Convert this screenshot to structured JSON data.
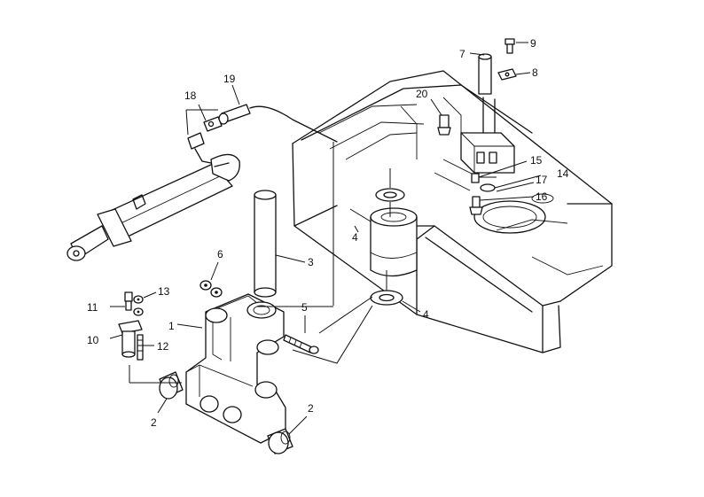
{
  "callouts": [
    {
      "id": "c1",
      "text": "1"
    },
    {
      "id": "c2a",
      "text": "2"
    },
    {
      "id": "c2b",
      "text": "2"
    },
    {
      "id": "c3",
      "text": "3"
    },
    {
      "id": "c4a",
      "text": "4"
    },
    {
      "id": "c4b",
      "text": "4"
    },
    {
      "id": "c5",
      "text": "5"
    },
    {
      "id": "c6",
      "text": "6"
    },
    {
      "id": "c7",
      "text": "7"
    },
    {
      "id": "c8",
      "text": "8"
    },
    {
      "id": "c9",
      "text": "9"
    },
    {
      "id": "c10",
      "text": "10"
    },
    {
      "id": "c11",
      "text": "11"
    },
    {
      "id": "c12",
      "text": "12"
    },
    {
      "id": "c13",
      "text": "13"
    },
    {
      "id": "c14",
      "text": "14"
    },
    {
      "id": "c15",
      "text": "15"
    },
    {
      "id": "c16",
      "text": "16"
    },
    {
      "id": "c17",
      "text": "17"
    },
    {
      "id": "c18",
      "text": "18"
    },
    {
      "id": "c19",
      "text": "19"
    },
    {
      "id": "c20",
      "text": "20"
    }
  ]
}
